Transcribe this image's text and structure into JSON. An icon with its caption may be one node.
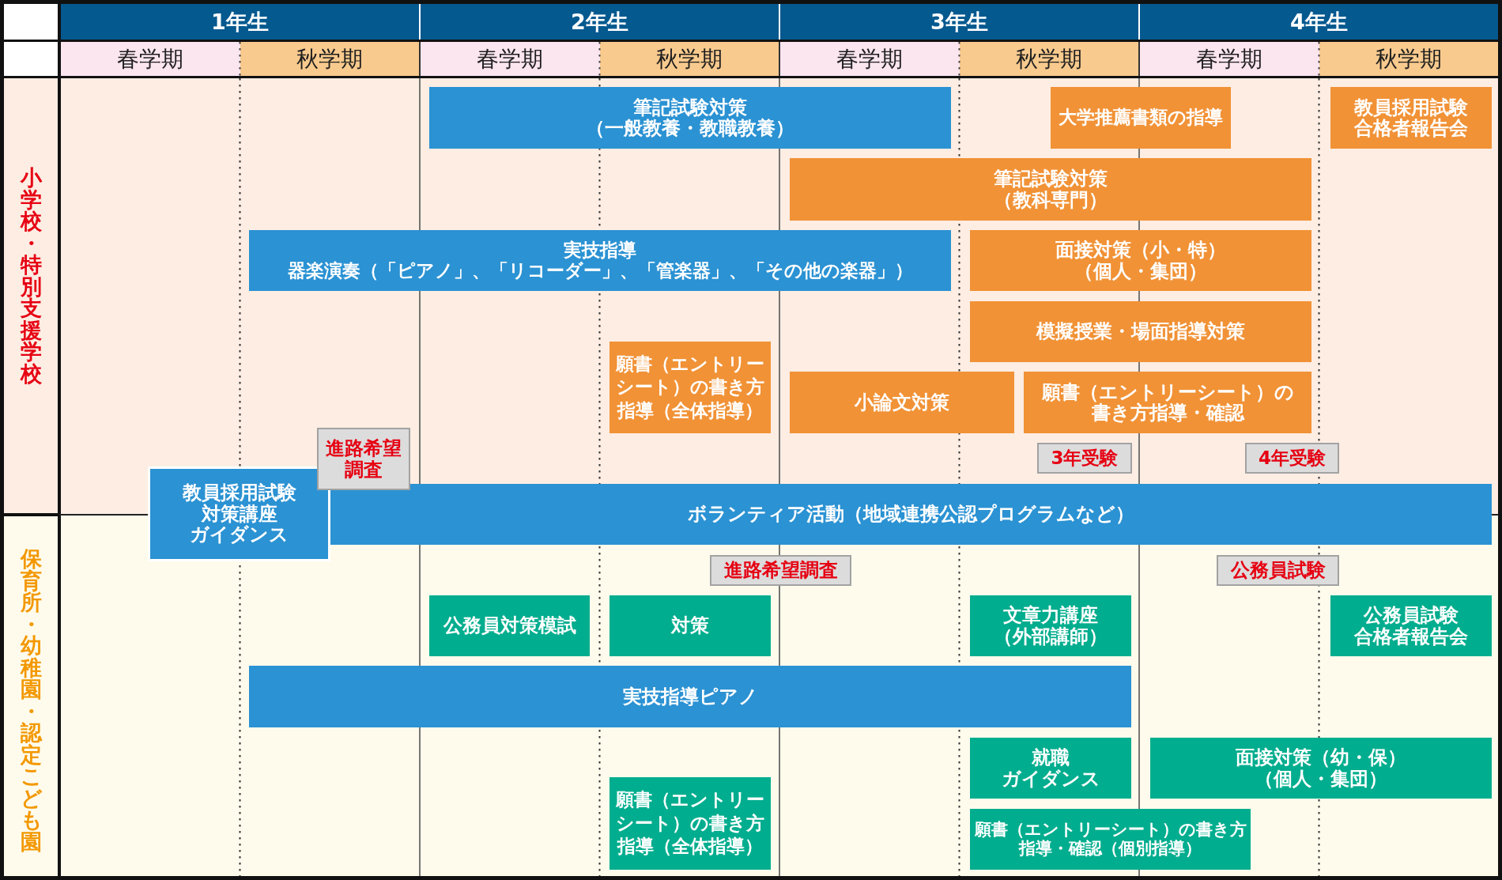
{
  "diagram": {
    "nodes": [
      {
        "text": [
          "小学校・特別支援学校"
        ]
      },
      {
        "text": [
          "筆記試験対策（一般教養・教職教養）"
        ],
        "in": 0
      },
      {
        "text": [
          "大学推薦書類の指導"
        ],
        "in": 0
      },
      {
        "text": [
          "教員採用試験合格者報告会"
        ],
        "in": 0
      },
      {
        "text": [
          "筆記試験対策（教科専門）"
        ],
        "in": 0
      },
      {
        "text": [
          "実技指導器楽演奏（「ピアノ」、「リコーダー」、「管楽器」、「その他の楽器」）"
        ],
        "in": 0
      },
      {
        "text": [
          "面接対策（小・特）（個人・集団）"
        ],
        "in": 0
      },
      {
        "text": [
          "模擬授業・場面指導対策"
        ],
        "in": 0
      },
      {
        "text": [
          "願書（エントリーシート）の書き方指導（全体指導）"
        ],
        "in": 0
      },
      {
        "text": [
          "小論文対策"
        ],
        "in": 0
      },
      {
        "text": [
          "願書（エントリーシート）の書き方指導・確認"
        ],
        "in": 0
      },
      {
        "text": [
          "進路希望調査"
        ],
        "in": 0
      },
      {
        "text": [
          "3年受験"
        ],
        "in": 0
      },
      {
        "text": [
          "4年受験"
        ],
        "in": 0
      },
      {
        "text": [
          "教員採用試験対策講座ガイダンス"
        ]
      },
      {
        "text": [
          "ボランティア活動（地域連携公認プログラムなど）"
        ]
      },
      {
        "text": [
          "保育所・幼稚園・認定こども園"
        ]
      },
      {
        "text": [
          "進路希望調査"
        ],
        "in": 16
      },
      {
        "text": [
          "公務員試験"
        ],
        "in": 16
      },
      {
        "text": [
          "公務員対策模試"
        ],
        "in": 16
      },
      {
        "text": [
          "対策"
        ],
        "in": 16
      },
      {
        "text": [
          "文章力講座（外部講師）"
        ],
        "in": 16
      },
      {
        "text": [
          "公務員試験合格者報告会"
        ],
        "in": 16
      },
      {
        "text": [
          "実技指導ピアノ"
        ],
        "in": 16
      },
      {
        "text": [
          "就職ガイダンス"
        ],
        "in": 16
      },
      {
        "text": [
          "面接対策（幼・保）（個人・集団）"
        ],
        "in": 16
      },
      {
        "text": [
          "願書（エントリーシート）の書き方指導（全体指導）"
        ],
        "in": 16
      },
      {
        "text": [
          "願書（エントリーシート）の書き方指導・確認（個別指導）"
        ],
        "in": 16
      }
    ],
    "labels": [
      "1年生",
      "2年生",
      "3年生",
      "4年生",
      "春学期",
      "秋学期",
      "春学期",
      "秋学期",
      "春学期",
      "秋学期",
      "春学期",
      "秋学期"
    ]
  }
}
